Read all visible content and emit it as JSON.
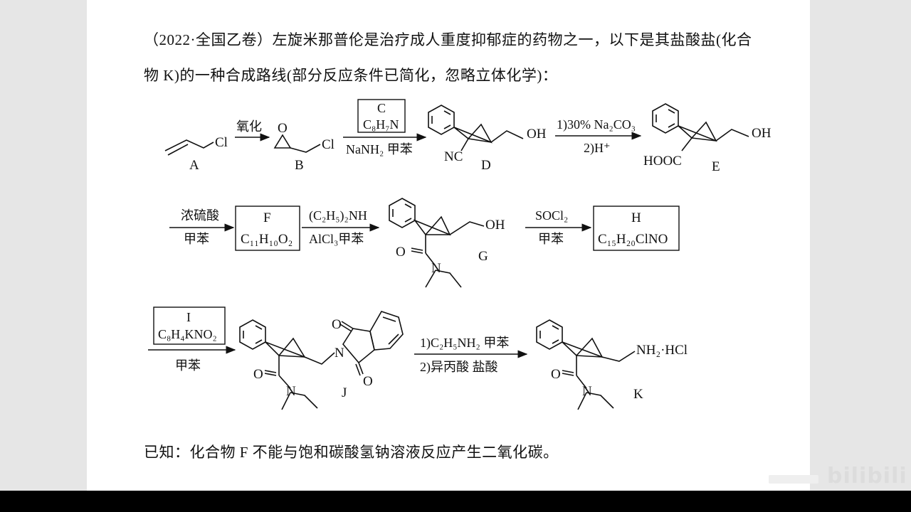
{
  "question": {
    "line1": "（2022·全国乙卷）左旋米那普伦是治疗成人重度抑郁症的药物之一，以下是其盐酸盐(化合",
    "line2": "物 K)的一种合成路线(部分反应条件已简化，忽略立体化学)：",
    "known": "已知：化合物 F 不能与饱和碳酸氢钠溶液反应产生二氧化碳。"
  },
  "scheme": {
    "A": {
      "label": "A",
      "cl": "Cl"
    },
    "B": {
      "label": "B",
      "cl": "Cl"
    },
    "step1": {
      "above": "氧化"
    },
    "step2": {
      "box_title": "C",
      "box_formula": "C₈H₇N",
      "below": "NaNH₂ 甲苯"
    },
    "D": {
      "label": "D",
      "nc": "NC",
      "oh": "OH"
    },
    "step3": {
      "above": "1)30% Na₂CO₃",
      "below": "2)H⁺"
    },
    "E": {
      "label": "E",
      "cooh": "HOOC",
      "oh": "OH"
    },
    "step4": {
      "above": "浓硫酸",
      "below": "甲苯"
    },
    "F": {
      "title": "F",
      "formula": "C₁₁H₁₀O₂"
    },
    "step5": {
      "above": "(C₂H₅)₂NH",
      "below": "AlCl₃甲苯"
    },
    "G": {
      "label": "G",
      "o": "O",
      "n": "N",
      "oh": "OH"
    },
    "step6": {
      "above": "SOCl₂",
      "below": "甲苯"
    },
    "H": {
      "title": "H",
      "formula": "C₁₅H₂₀ClNO"
    },
    "step7": {
      "box_title": "I",
      "box_formula": "C₈H₄KNO₂",
      "below": "甲苯"
    },
    "J": {
      "label": "J",
      "o": "O",
      "n": "N",
      "o_top": "O",
      "o_bottom": "O",
      "n_imide": "N"
    },
    "step8": {
      "above": "1)C₂H₅NH₂ 甲苯",
      "below": "2)异丙酸  盐酸"
    },
    "K": {
      "label": "K",
      "o": "O",
      "n": "N",
      "amine": "NH₂·HCl"
    }
  },
  "watermark": "bilibili"
}
